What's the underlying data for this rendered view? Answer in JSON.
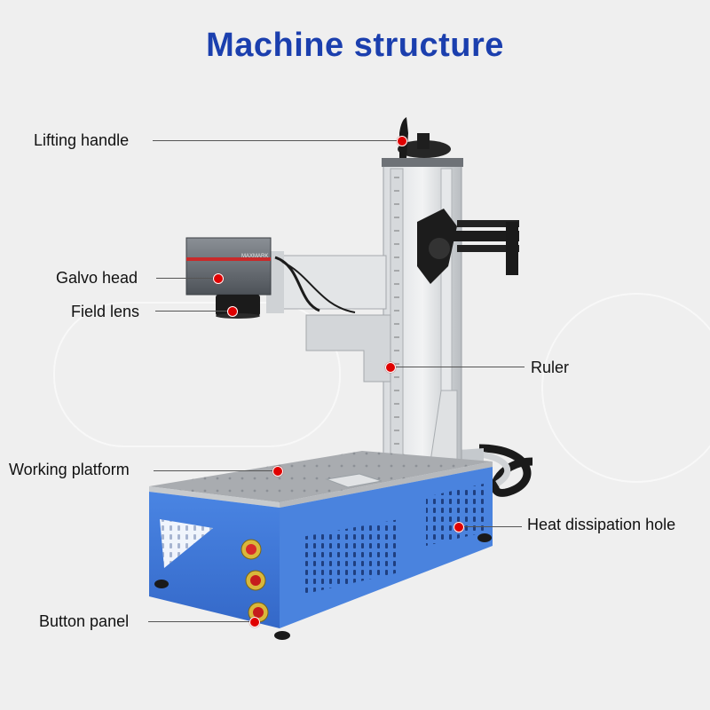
{
  "title": "Machine structure",
  "colors": {
    "title": "#1b3fae",
    "body_blue": "#3f78d8",
    "marker_red": "#e00000",
    "frame_silver": "#c8ccd0",
    "galvo_dark": "#555a60",
    "accent_red": "#c92a2a"
  },
  "labels": {
    "lifting_handle": "Lifting handle",
    "galvo_head": "Galvo head",
    "field_lens": "Field lens",
    "ruler": "Ruler",
    "working_platform": "Working platform",
    "heat_dissipation_hole": "Heat dissipation hole",
    "button_panel": "Button panel"
  },
  "galvo_brand_text": "MAXMARK"
}
